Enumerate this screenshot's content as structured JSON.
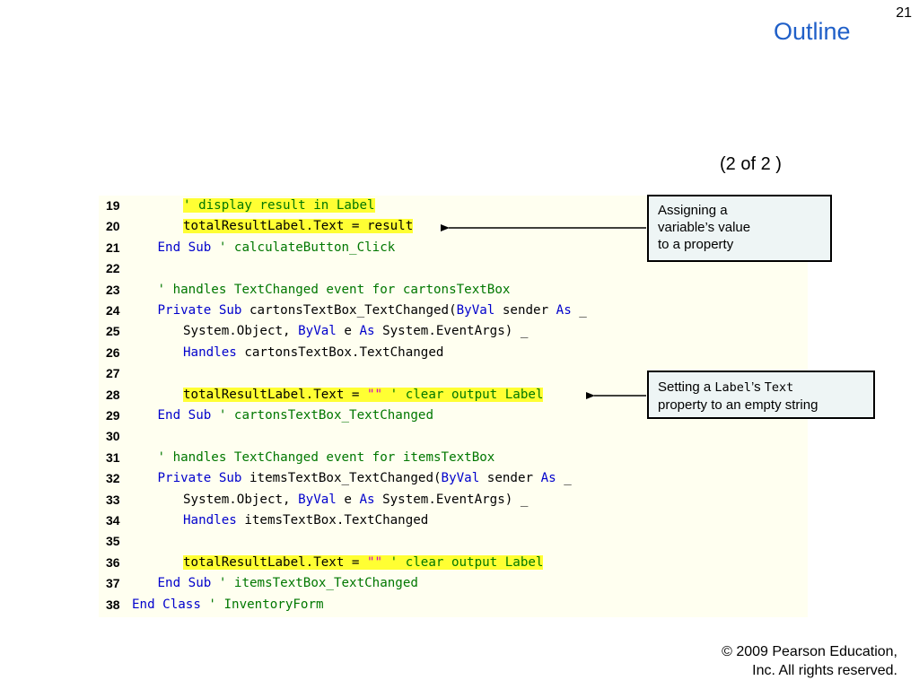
{
  "slide": {
    "number": "21",
    "title": "Outline",
    "subtitle": "(2 of 2 )"
  },
  "code": {
    "lines": [
      {
        "no": "19",
        "indent": 2,
        "segments": [
          {
            "t": "' display result in Label",
            "c": "cm",
            "hl": true
          }
        ]
      },
      {
        "no": "20",
        "indent": 2,
        "segments": [
          {
            "t": "totalResultLabel.Text = result",
            "c": "tx",
            "hl": true
          }
        ]
      },
      {
        "no": "21",
        "indent": 1,
        "segments": [
          {
            "t": "End Sub ",
            "c": "kw"
          },
          {
            "t": "' calculateButton_Click",
            "c": "cm"
          }
        ]
      },
      {
        "no": "22",
        "indent": 0,
        "segments": []
      },
      {
        "no": "23",
        "indent": 1,
        "segments": [
          {
            "t": "' handles TextChanged event for cartonsTextBox",
            "c": "cm"
          }
        ]
      },
      {
        "no": "24",
        "indent": 1,
        "segments": [
          {
            "t": "Private Sub ",
            "c": "kw"
          },
          {
            "t": "cartonsTextBox_TextChanged(",
            "c": "tx"
          },
          {
            "t": "ByVal ",
            "c": "kw"
          },
          {
            "t": "sender ",
            "c": "tx"
          },
          {
            "t": "As ",
            "c": "kw"
          },
          {
            "t": "_",
            "c": "tx"
          }
        ]
      },
      {
        "no": "25",
        "indent": 2,
        "segments": [
          {
            "t": "System.Object, ",
            "c": "tx"
          },
          {
            "t": "ByVal ",
            "c": "kw"
          },
          {
            "t": "e ",
            "c": "tx"
          },
          {
            "t": "As ",
            "c": "kw"
          },
          {
            "t": "System.EventArgs) _",
            "c": "tx"
          }
        ]
      },
      {
        "no": "26",
        "indent": 2,
        "segments": [
          {
            "t": "Handles ",
            "c": "kw"
          },
          {
            "t": "cartonsTextBox.TextChanged",
            "c": "tx"
          }
        ]
      },
      {
        "no": "27",
        "indent": 0,
        "segments": []
      },
      {
        "no": "28",
        "indent": 2,
        "segments": [
          {
            "t": "totalResultLabel.Text = ",
            "c": "tx",
            "hl": true
          },
          {
            "t": "\"\"",
            "c": "st",
            "hl": true
          },
          {
            "t": " ' clear output Label",
            "c": "cm",
            "hl": true
          }
        ]
      },
      {
        "no": "29",
        "indent": 1,
        "segments": [
          {
            "t": "End Sub ",
            "c": "kw"
          },
          {
            "t": "' cartonsTextBox_TextChanged",
            "c": "cm"
          }
        ]
      },
      {
        "no": "30",
        "indent": 0,
        "segments": []
      },
      {
        "no": "31",
        "indent": 1,
        "segments": [
          {
            "t": "' handles TextChanged event for itemsTextBox",
            "c": "cm"
          }
        ]
      },
      {
        "no": "32",
        "indent": 1,
        "segments": [
          {
            "t": "Private Sub ",
            "c": "kw"
          },
          {
            "t": "itemsTextBox_TextChanged(",
            "c": "tx"
          },
          {
            "t": "ByVal ",
            "c": "kw"
          },
          {
            "t": "sender ",
            "c": "tx"
          },
          {
            "t": "As ",
            "c": "kw"
          },
          {
            "t": "_",
            "c": "tx"
          }
        ]
      },
      {
        "no": "33",
        "indent": 2,
        "segments": [
          {
            "t": "System.Object, ",
            "c": "tx"
          },
          {
            "t": "ByVal ",
            "c": "kw"
          },
          {
            "t": "e ",
            "c": "tx"
          },
          {
            "t": "As ",
            "c": "kw"
          },
          {
            "t": "System.EventArgs) _",
            "c": "tx"
          }
        ]
      },
      {
        "no": "34",
        "indent": 2,
        "segments": [
          {
            "t": "Handles ",
            "c": "kw"
          },
          {
            "t": "itemsTextBox.TextChanged",
            "c": "tx"
          }
        ]
      },
      {
        "no": "35",
        "indent": 0,
        "segments": []
      },
      {
        "no": "36",
        "indent": 2,
        "segments": [
          {
            "t": "totalResultLabel.Text = ",
            "c": "tx",
            "hl": true
          },
          {
            "t": "\"\"",
            "c": "st",
            "hl": true
          },
          {
            "t": " ' clear output Label",
            "c": "cm",
            "hl": true
          }
        ]
      },
      {
        "no": "37",
        "indent": 1,
        "segments": [
          {
            "t": "End Sub ",
            "c": "kw"
          },
          {
            "t": "' itemsTextBox_TextChanged",
            "c": "cm"
          }
        ]
      },
      {
        "no": "38",
        "indent": 0,
        "segments": [
          {
            "t": "End Class ",
            "c": "kw"
          },
          {
            "t": "' InventoryForm",
            "c": "cm"
          }
        ]
      }
    ]
  },
  "callouts": {
    "first": {
      "line1": "Assigning a",
      "line2": "variable’s value",
      "line3": "to a property"
    },
    "second": {
      "prefix": "Setting a ",
      "label_mono": "Label",
      "possessive": "’s ",
      "text_mono": "Text",
      "line2": "property to an empty string"
    }
  },
  "footer": {
    "line1": "© 2009 Pearson Education,",
    "line2": "Inc.  All rights reserved."
  },
  "colors": {
    "title": "#1F5FC8",
    "keyword": "#0000CC",
    "comment": "#007700",
    "string": "#CC00CC",
    "highlight": "#FFFF33",
    "code_background": "#FFFFF0",
    "callout_background": "#EEF5F5"
  }
}
